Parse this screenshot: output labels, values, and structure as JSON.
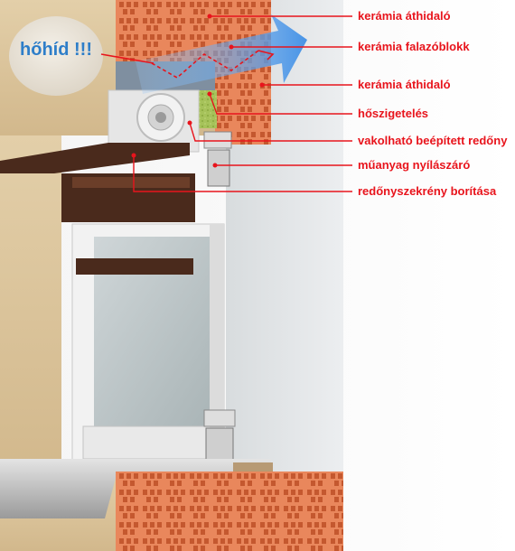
{
  "bubble": {
    "text": "hőhíd !!!"
  },
  "labels": [
    "kerámia áthidaló",
    "kerámia falazóblokk",
    "kerámia áthidaló",
    "hőszigetelés",
    "vakolható beépített redőny",
    "műanyag nyílászáró",
    "redőnyszekrény borítása"
  ],
  "colors": {
    "label_red": "#e8141c",
    "heat_arrow": "#3f8fe6",
    "bubble_text": "#2e7ec9",
    "brick": "#e8825a",
    "render_wall": "#d9c197",
    "window_frame": "#f2f2f2",
    "glass": "#b9c4c6",
    "shutter_box_cover": "#4a2a1c"
  }
}
